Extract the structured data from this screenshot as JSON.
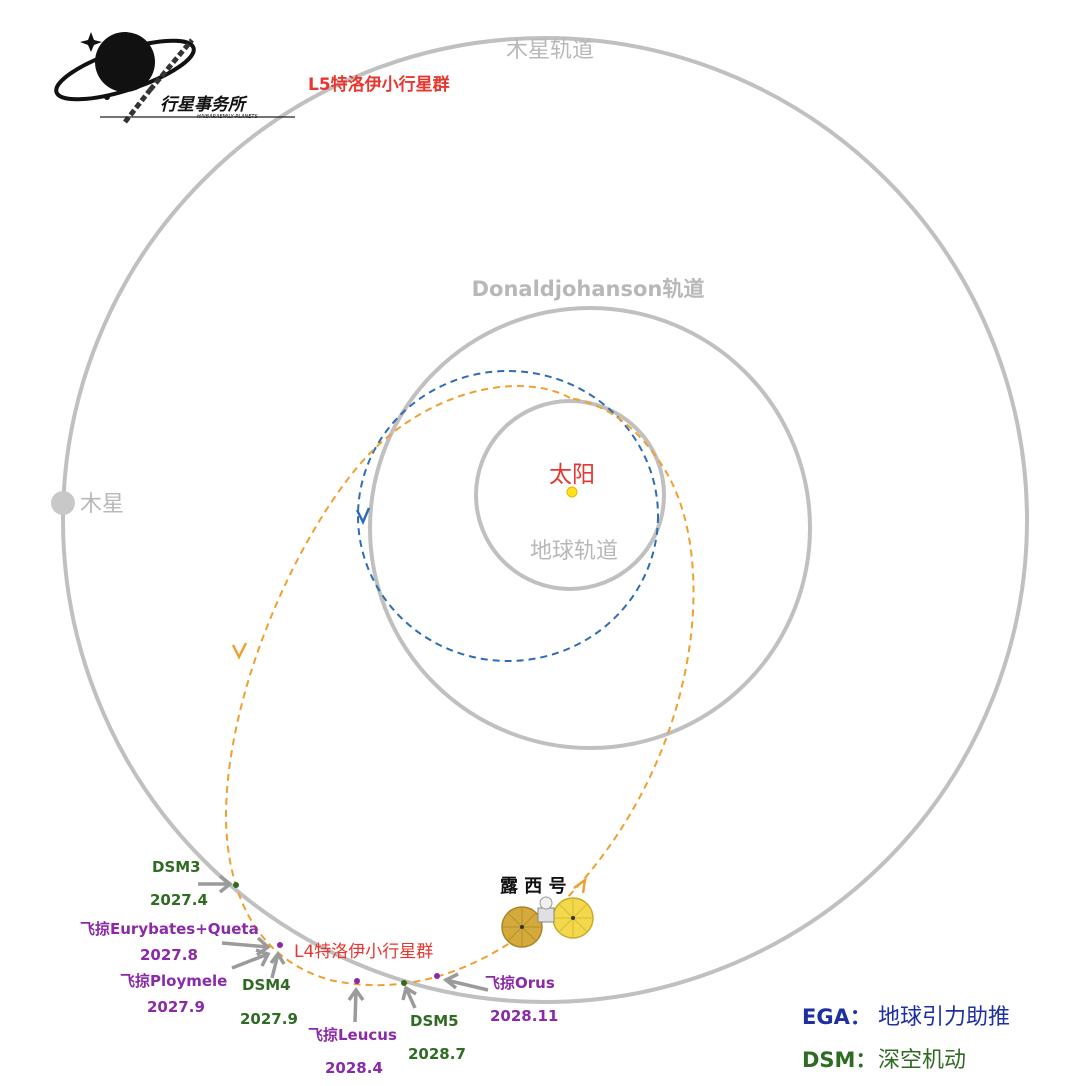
{
  "logo": {
    "title": "行星事务所",
    "subtitle": "HAIBARAEMILY·PLANETS"
  },
  "orbits": {
    "jupiter_label": "木星轨道",
    "donaldjohanson_label": "Donaldjohanson轨道",
    "earth_label": "地球轨道"
  },
  "bodies": {
    "sun_label": "太阳",
    "jupiter_label": "木星",
    "l5_label": "L5特洛伊小行星群",
    "l4_label": "L4特洛伊小行星群"
  },
  "spacecraft": {
    "name": "露 西 号"
  },
  "events": {
    "dsm3": {
      "name": "DSM3",
      "date": "2027.4"
    },
    "eurybates": {
      "name": "飞掠Eurybates+Queta",
      "date": "2027.8"
    },
    "ploymele": {
      "name": "飞掠Ploymele",
      "date": "2027.9"
    },
    "dsm4": {
      "name": "DSM4",
      "date": "2027.9"
    },
    "leucus": {
      "name": "飞掠Leucus",
      "date": "2028.4"
    },
    "dsm5": {
      "name": "DSM5",
      "date": "2028.7"
    },
    "orus": {
      "name": "飞掠Orus",
      "date": "2028.11"
    }
  },
  "legend": {
    "ega_key": "EGA：",
    "ega_text": "地球引力助推",
    "dsm_key": "DSM：",
    "dsm_text": "深空机动"
  },
  "colors": {
    "orbit_grey": "#c0c0c0",
    "trajectory_orange": "#f0a030",
    "trajectory_blue": "#2e6db4",
    "sun": "#ffe21a",
    "label_red": "#e8362e",
    "dsm_green": "#2f6b22",
    "flyby_purple": "#8a2aa8",
    "ega_blue": "#1d2fa3"
  }
}
